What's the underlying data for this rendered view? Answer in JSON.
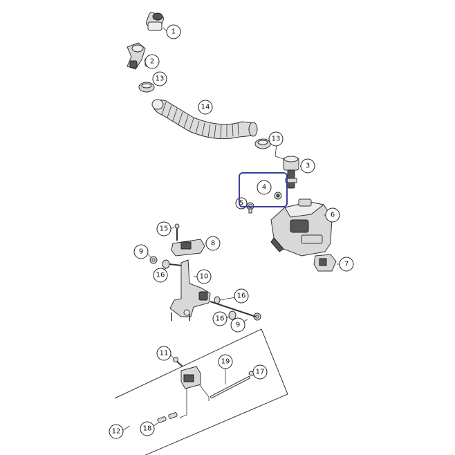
{
  "callouts": {
    "c1": "1",
    "c2": "2",
    "c3": "3",
    "c4": "4",
    "c5": "5",
    "c6": "6",
    "c7": "7",
    "c8": "8",
    "c9a": "9",
    "c9b": "9",
    "c10": "10",
    "c11": "11",
    "c12": "12",
    "c13a": "13",
    "c13b": "13",
    "c14": "14",
    "c15": "15",
    "c16a": "16",
    "c16b": "16",
    "c16c": "16",
    "c17": "17",
    "c18": "18",
    "c19": "19"
  },
  "colors": {
    "highlight": "#3a3fa0",
    "line": "#333333"
  }
}
